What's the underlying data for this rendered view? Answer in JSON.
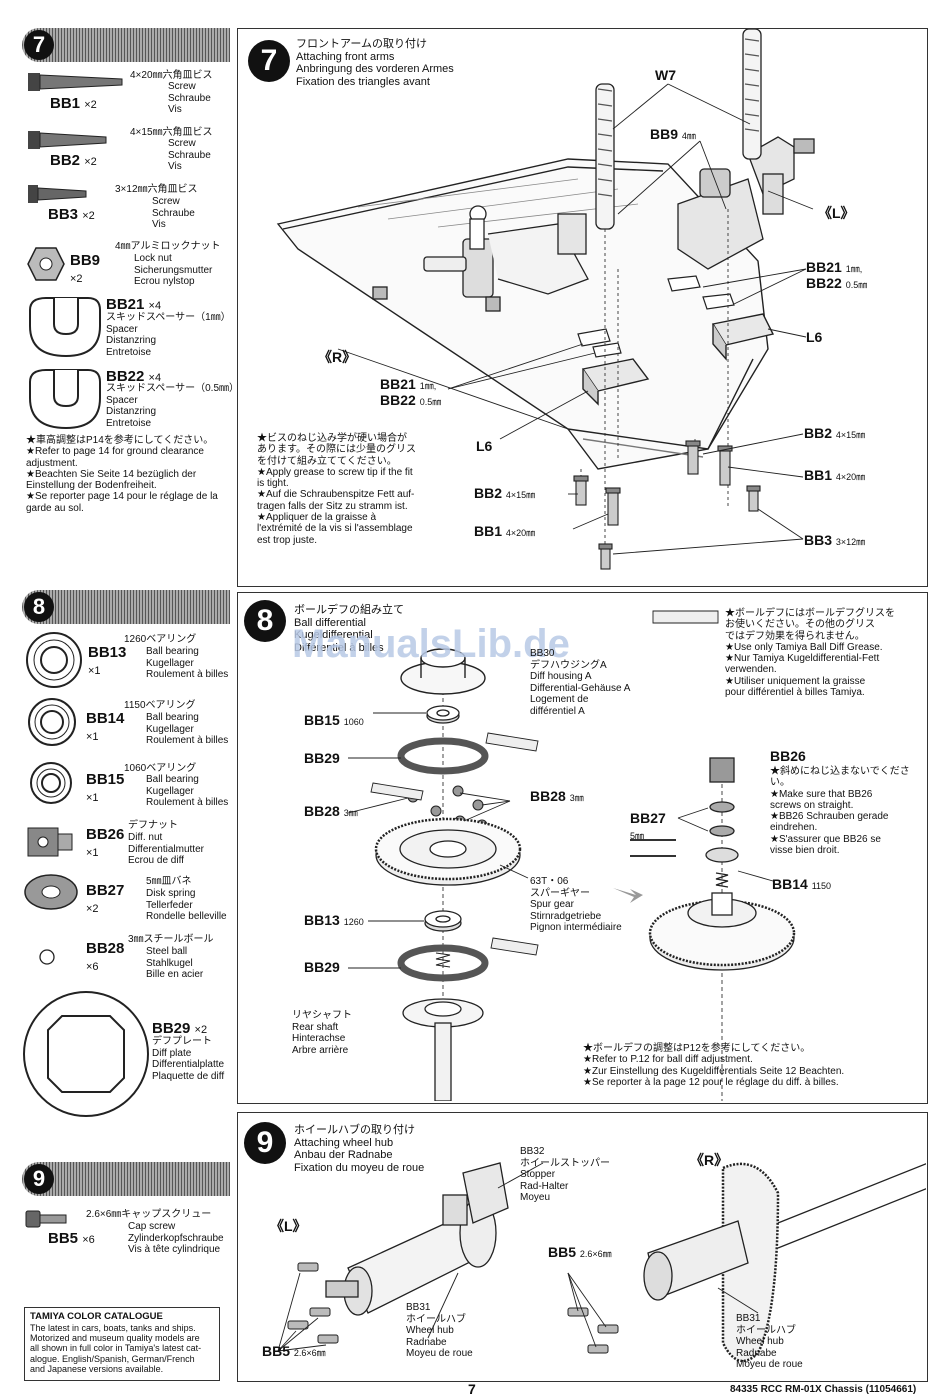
{
  "step7": {
    "number": "7",
    "title": "フロントアームの取り付け\nAttaching front arms\nAnbringung des vorderen Armes\nFixation des triangles avant",
    "parts": [
      {
        "code": "BB1",
        "qty": "×2",
        "spec": "4×20㎜六角皿ビス",
        "names": "Screw\nSchraube\nVis"
      },
      {
        "code": "BB2",
        "qty": "×2",
        "spec": "4×15㎜六角皿ビス",
        "names": "Screw\nSchraube\nVis"
      },
      {
        "code": "BB3",
        "qty": "×2",
        "spec": "3×12㎜六角皿ビス",
        "names": "Screw\nSchraube\nVis"
      },
      {
        "code": "BB9",
        "qty": "×2",
        "spec": "4㎜アルミロックナット",
        "names": "Lock nut\nSicherungsmutter\nEcrou nylstop"
      },
      {
        "code": "BB21",
        "qty": "×4",
        "spec": "",
        "names": "スキッドスペーサー（1㎜）\nSpacer\nDistanzring\nEntretoise"
      },
      {
        "code": "BB22",
        "qty": "×4",
        "spec": "",
        "names": "スキッドスペーサー（0.5㎜）\nSpacer\nDistanzring\nEntretoise"
      }
    ],
    "side_note": "★車高調整はP14を参考にしてください。\n★Refer to page 14 for ground clearance adjustment.\n★Beachten Sie Seite 14 bezüglich der Einstellung der Bodenfreiheit.\n★Se reporter page 14 pour le réglage de la garde au sol.",
    "grease_note": "★ビスのねじ込み学が硬い場合が\nあります。その際には少量のグリス\nを付けて組み立ててください。\n★Apply grease to screw tip if the fit\nis tight.\n★Auf die Schraubenspitze Fett auf-\ntragen falls der Sitz zu stramm ist.\n★Appliquer de la graisse à\nl'extrémité de la vis si l'assemblage\nest trop juste.",
    "labels": {
      "w7": "W7",
      "bb9": "BB9",
      "bb9s": "4㎜",
      "L": "《L》",
      "R": "《R》",
      "bb21r": "BB21",
      "bb21rs": "1㎜,",
      "bb22r": "BB22",
      "bb22rs": "0.5㎜",
      "l6r": "L6",
      "bb21l": "BB21",
      "bb21ls": "1㎜,",
      "bb22l": "BB22",
      "bb22ls": "0.5㎜",
      "l6l": "L6",
      "bb2r": "BB2",
      "bb2rs": "4×15㎜",
      "bb1r": "BB1",
      "bb1rs": "4×20㎜",
      "bb3r": "BB3",
      "bb3rs": "3×12㎜",
      "bb2l": "BB2",
      "bb2ls": "4×15㎜",
      "bb1l": "BB1",
      "bb1ls": "4×20㎜"
    }
  },
  "step8": {
    "number": "8",
    "title": "ボールデフの組み立て\nBall differential\nKugeldifferential\nDifférentiel à billes",
    "parts": [
      {
        "code": "BB13",
        "qty": "×1",
        "spec": "1260ベアリング",
        "names": "Ball bearing\nKugellager\nRoulement à billes"
      },
      {
        "code": "BB14",
        "qty": "×1",
        "spec": "1150ベアリング",
        "names": "Ball bearing\nKugellager\nRoulement à billes"
      },
      {
        "code": "BB15",
        "qty": "×1",
        "spec": "1060ベアリング",
        "names": "Ball bearing\nKugellager\nRoulement à billes"
      },
      {
        "code": "BB26",
        "qty": "×1",
        "spec": "デフナット",
        "names": "Diff. nut\nDifferentialmutter\nEcrou de diff"
      },
      {
        "code": "BB27",
        "qty": "×2",
        "spec": "5㎜皿バネ",
        "names": "Disk spring\nTellerfeder\nRondelle belleville"
      },
      {
        "code": "BB28",
        "qty": "×6",
        "spec": "3㎜スチールボール",
        "names": "Steel ball\nStahlkugel\nBille en acier"
      },
      {
        "code": "BB29",
        "qty": "×2",
        "spec": "デフプレート",
        "names": "Diff plate\nDifferentialplatte\nPlaquette de diff"
      }
    ],
    "grease_note": "★ボールデフにはボールデフグリスを\nお使いください。その他のグリス\nではデフ効果を得られません。\n★Use only Tamiya Ball Diff Grease.\n★Nur Tamiya Kugeldifferential-Fett\nverwenden.\n★Utiliser uniquement la graisse\npour différentiel à billes Tamiya.",
    "bb26_note": "★斜めにねじ込まないでください。\n★Make sure that BB26\nscrews on straight.\n★BB26 Schrauben gerade\neindrehen.\n★S'assurer que BB26 se\nvisse bien droit.",
    "adjust_note": "★ボールデフの調整はP12を参考にしてください。\n★Refer to P.12 for ball diff adjustment.\n★Zur Einstellung des Kugeldifferentials Seite 12 Beachten.\n★Se reporter à la page 12 pour le réglage du diff. à billes.",
    "housing": "BB30\nデフハウジングA\nDiff housing A\nDifferential-Gehäuse A\nLogement de\ndifférentiel A",
    "spur": "63T・06\nスパーギヤー\nSpur gear\nStirnradgetriebe\nPignon intermédiaire",
    "shaft": "リヤシャフト\nRear shaft\nHinterachse\nArbre arrière",
    "labels": {
      "bb15": "BB15",
      "bb15s": "1060",
      "bb29a": "BB29",
      "bb28l": "BB28",
      "bb28ls": "3㎜",
      "bb28r": "BB28",
      "bb28rs": "3㎜",
      "bb13": "BB13",
      "bb13s": "1260",
      "bb29b": "BB29",
      "bb26": "BB26",
      "bb27": "BB27",
      "bb27s": "5㎜",
      "bb14": "BB14",
      "bb14s": "1150"
    }
  },
  "step9": {
    "number": "9",
    "title": "ホイールハブの取り付け\nAttaching wheel hub\nAnbau der Radnabe\nFixation du moyeu de roue",
    "parts": [
      {
        "code": "BB5",
        "qty": "×6",
        "spec": "2.6×6㎜キャップスクリュー",
        "names": "Cap screw\nZylinderkopfschraube\nVis à tête cylindrique"
      }
    ],
    "stopper": "BB32\nホイールストッパー\nStopper\nRad-Halter\nMoyeu",
    "hub": "BB31\nホイールハブ\nWheel hub\nRadnabe\nMoyeu de roue",
    "labels": {
      "L": "《L》",
      "R": "《R》",
      "bb5r": "BB5",
      "bb5rs": "2.6×6㎜",
      "bb5l": "BB5",
      "bb5ls": "2.6×6㎜"
    }
  },
  "catalogue": {
    "title": "TAMIYA COLOR CATALOGUE",
    "body": "The latest in cars, boats, tanks and ships.\nMotorized and museum quality models are\nall shown in full color in Tamiya's latest cat-\nalogue. English/Spanish, German/French\nand Japanese versions available."
  },
  "watermark": "ManualsLib.de",
  "footer": {
    "page": "7",
    "product": "84335  RCC RM-01X Chassis (11054661)"
  }
}
